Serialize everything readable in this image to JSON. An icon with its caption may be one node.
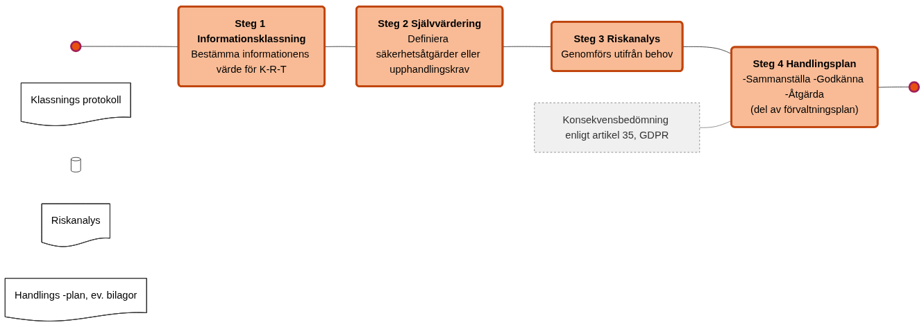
{
  "diagram": {
    "nodes": [
      {
        "text": [],
        "shape": "circle"
      },
      {
        "text": [
          "Steg 1 Informationsklassning",
          "Bestämma informationens värde för K-R-T"
        ]
      },
      {
        "text": [
          "Klassnings protokoll"
        ]
      },
      {
        "text": [
          "Steg 2 Självvärdering",
          "Definiera säkerhetsåtgärder eller upphandlingskrav"
        ]
      },
      {
        "text": [],
        "shape": "cylinder"
      },
      {
        "text": [
          "Steg 3 Riskanalys",
          "Genomförs utifrån behov"
        ]
      },
      {
        "text": [
          "Riskanalys"
        ]
      },
      {
        "text": [
          "Steg 4 Handlingsplan",
          "-Sammanställa -Godkänna -Åtgärda",
          "(del av förvaltningsplan)"
        ]
      },
      {
        "text": [
          "Handlings -plan, ev. bilagor"
        ]
      },
      {
        "text": [
          "Konsekvensbedömning enligt artikel 35, GDPR"
        ]
      },
      {
        "text": [],
        "shape": "circle"
      }
    ],
    "edges": [
      {
        "from": 0,
        "to": 1,
        "arrow": "none"
      },
      {
        "from": 1,
        "to": 3,
        "arrow": "none"
      },
      {
        "from": 3,
        "to": 5,
        "arrow": "none"
      },
      {
        "from": 5,
        "to": 7,
        "arrow": "none"
      },
      {
        "from": 7,
        "to": 10,
        "arrow": "none"
      },
      {
        "from": 9,
        "to": 7,
        "arrow": "none",
        "color": "#888888"
      }
    ]
  }
}
